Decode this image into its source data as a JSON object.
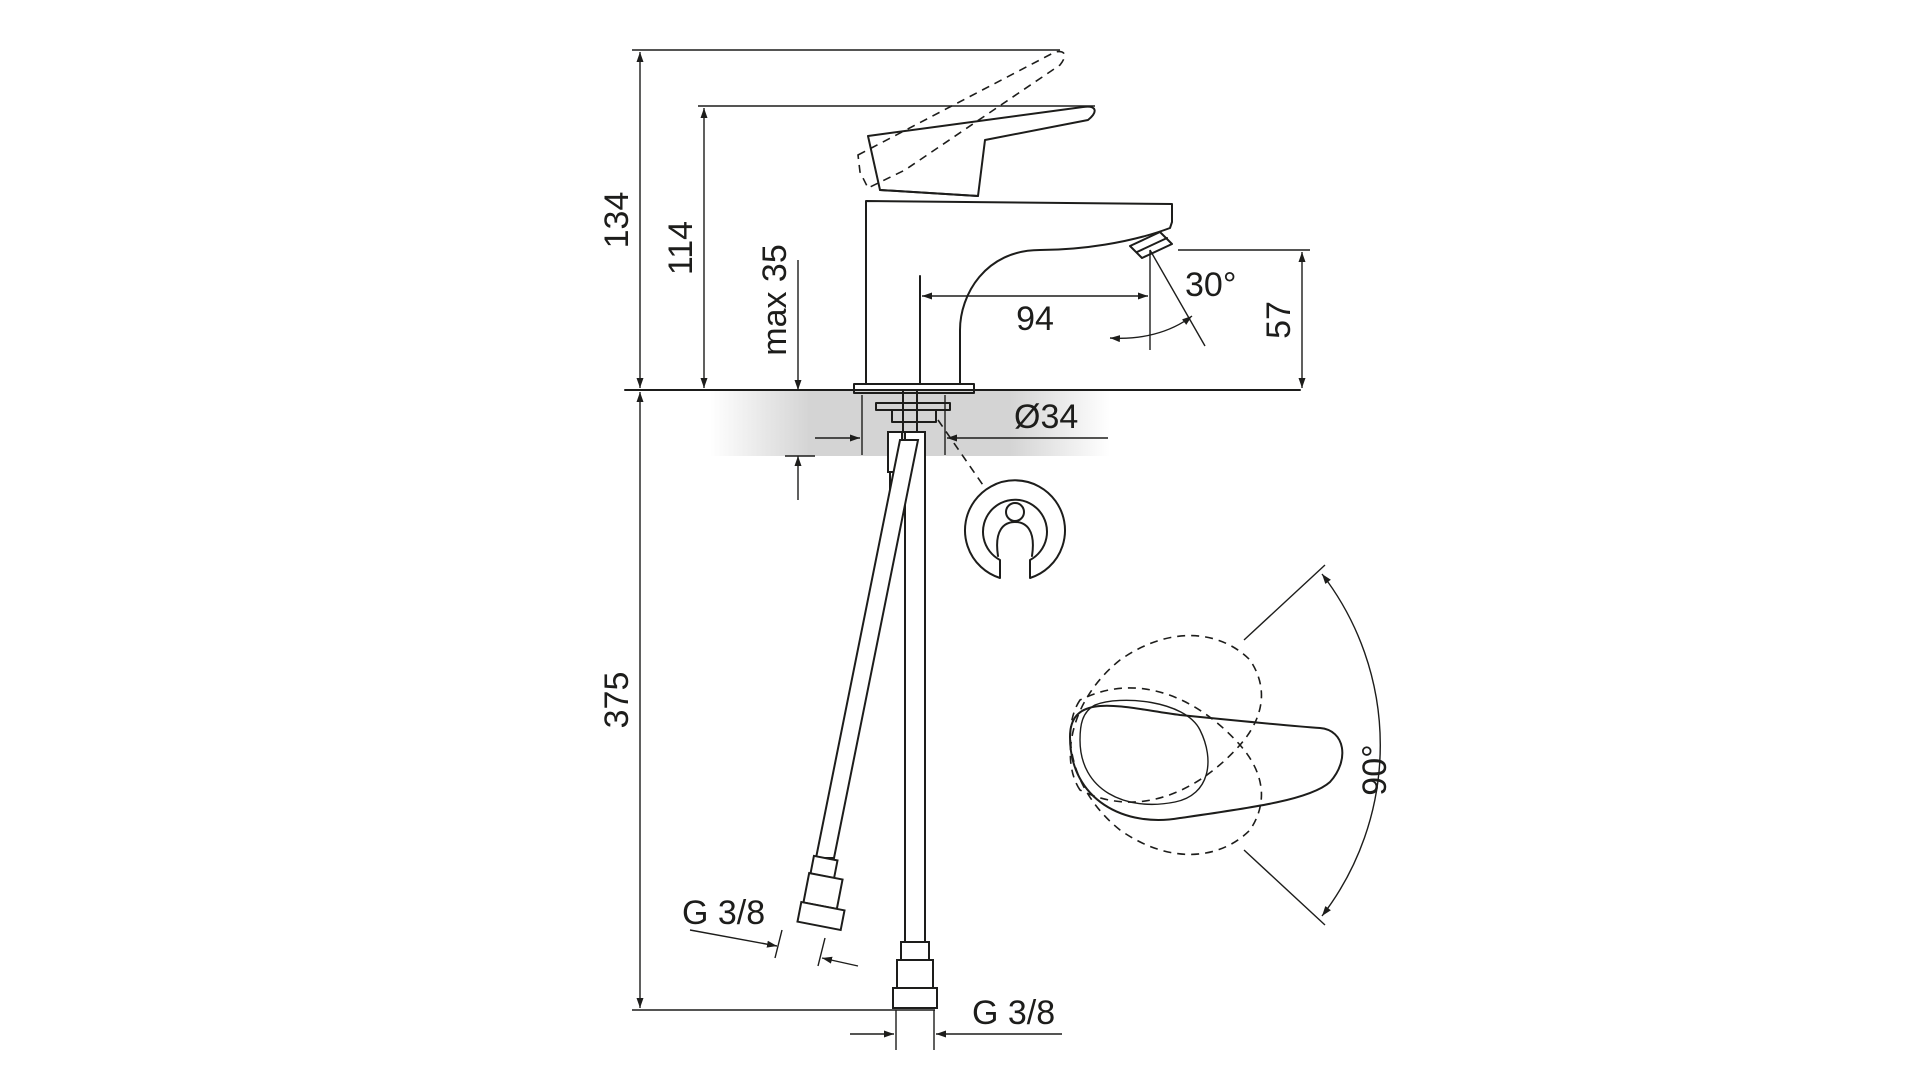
{
  "dimensions": {
    "overall_height": "134",
    "spout_height": "114",
    "max_counter": "max 35",
    "spout_reach": "94",
    "spray_angle": "30°",
    "outlet_height": "57",
    "hole_diameter": "Ø34",
    "hose_length": "375",
    "thread_left": "G 3/8",
    "thread_right": "G 3/8",
    "lever_rotation": "90°"
  },
  "colors": {
    "line": "#1d1d1b",
    "counter_shade": "#d4d4d4",
    "background": "#ffffff"
  }
}
